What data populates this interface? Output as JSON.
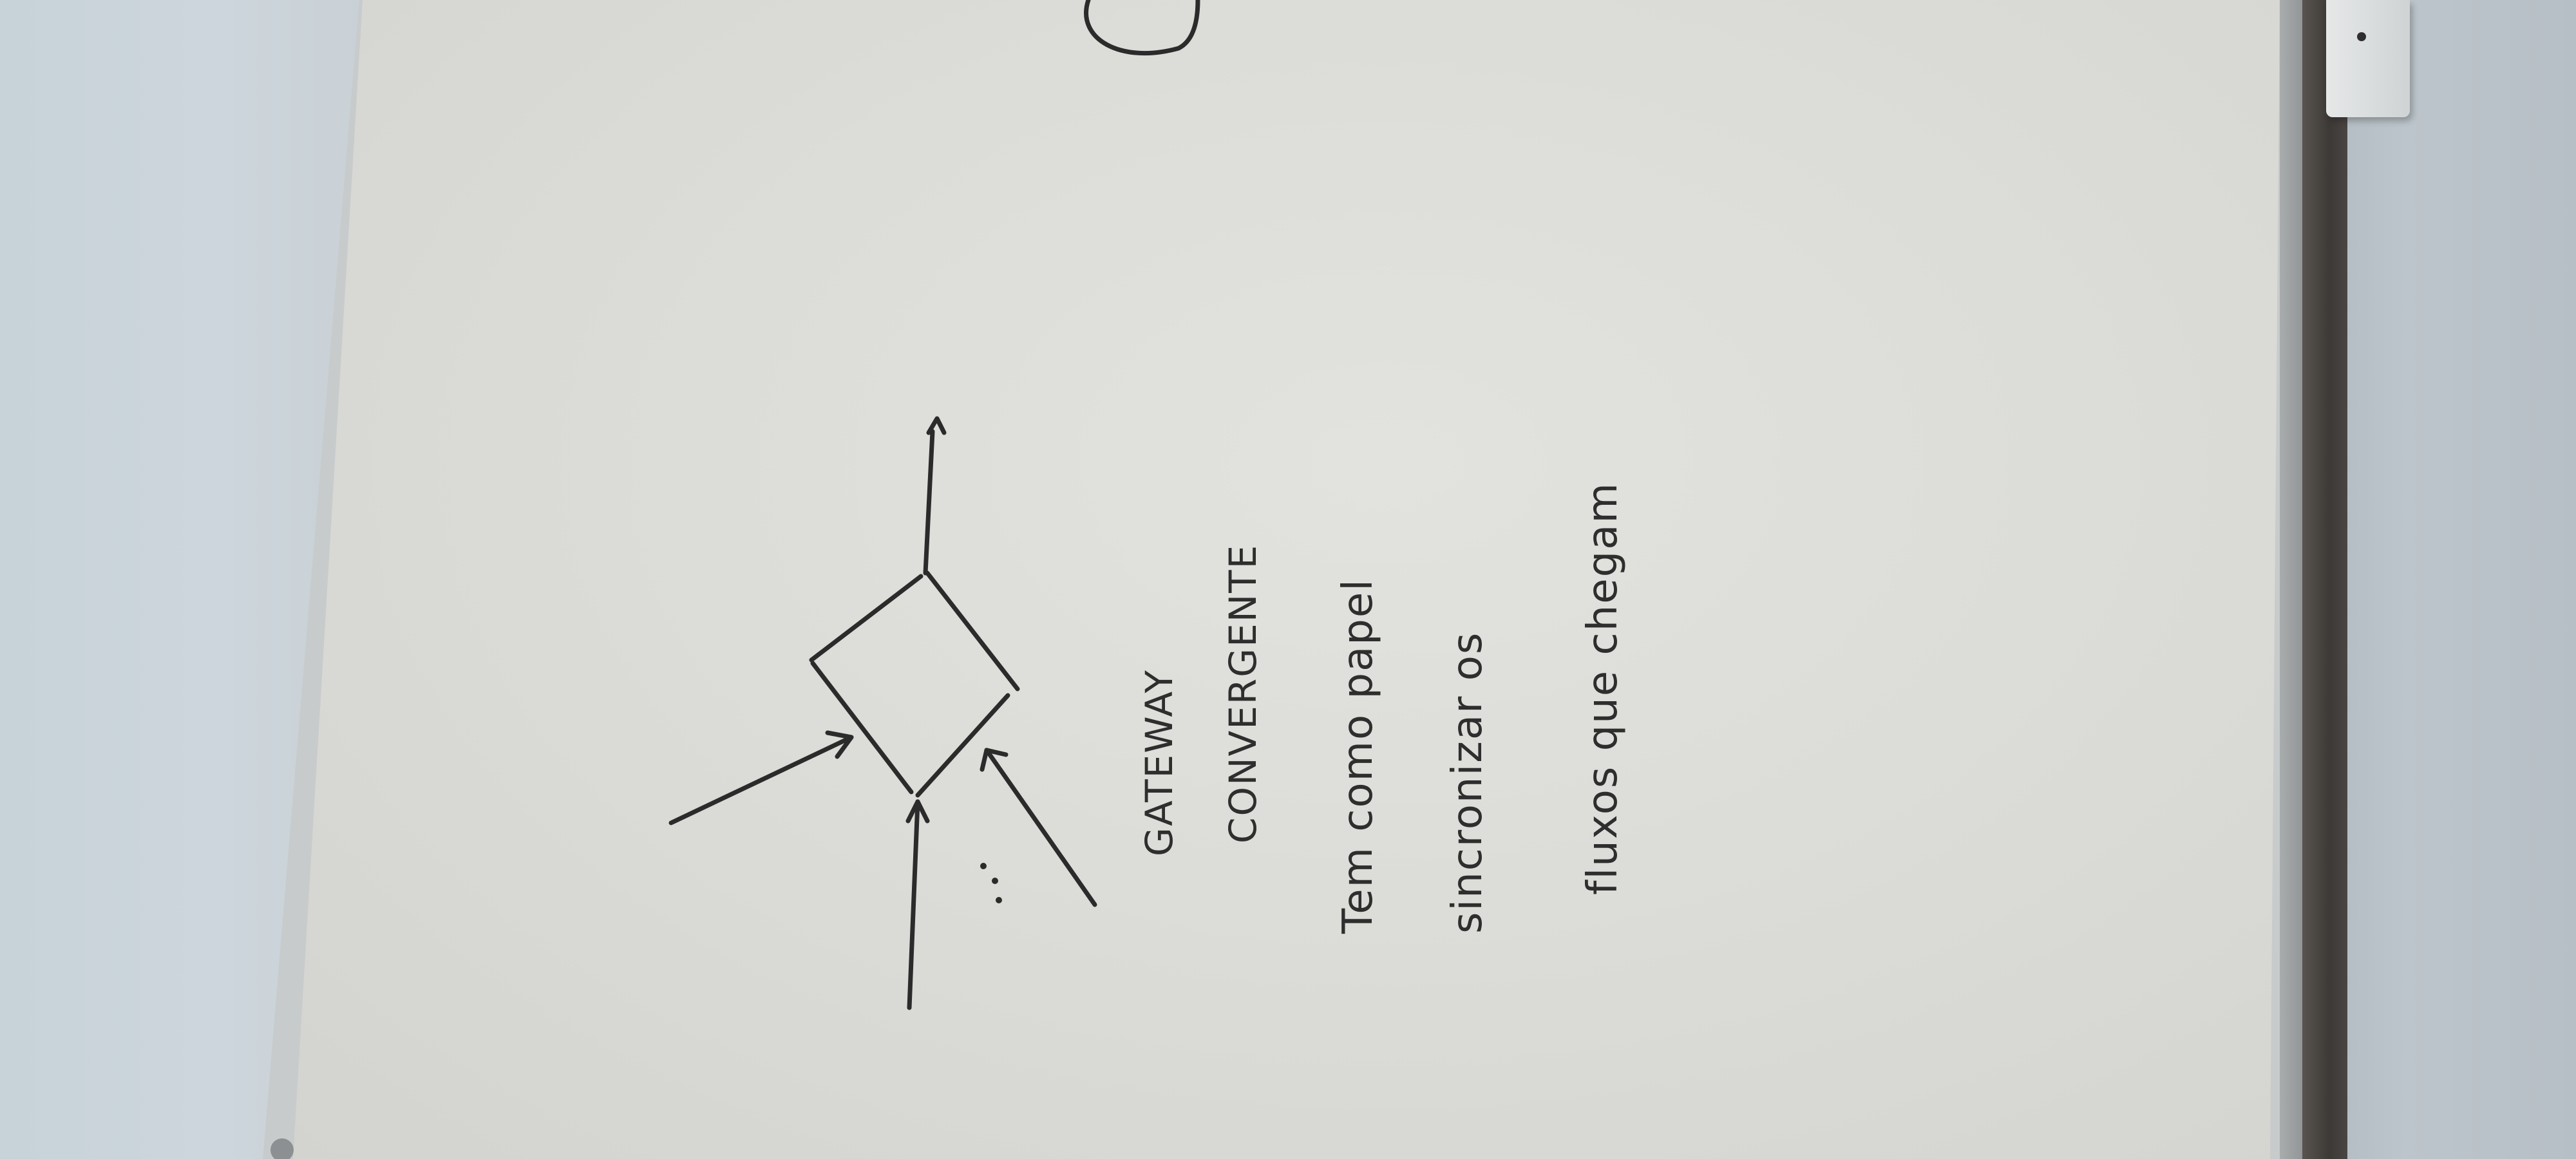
{
  "photo": {
    "subject": "whiteboard",
    "orientation": "rotated-90-ccw"
  },
  "whiteboard": {
    "heading_line1": "GATEWAY",
    "heading_line2": "CONVERGENTE",
    "note_line1": "Tem como papel",
    "note_line2": "sincronizar os",
    "note_line3": "fluxos que chegam"
  },
  "colors": {
    "ink": "#2b2b2b",
    "board": "#dcdcd8",
    "wall": "#c9d1d6",
    "frame": "#c8cbcc",
    "tray": "#3d3936"
  },
  "icons": {
    "gateway": "diamond-gateway-icon",
    "arrows": "arrow-icon"
  }
}
